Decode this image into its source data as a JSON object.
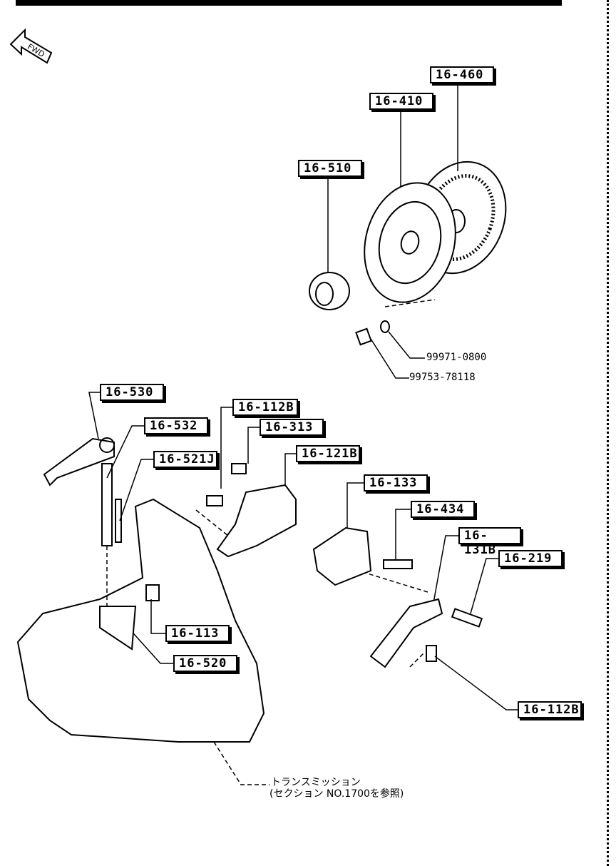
{
  "fwd_label": "FWD",
  "labels": {
    "l16460": "16-460",
    "l16410": "16-410",
    "l16510": "16-510",
    "l16530": "16-530",
    "l16532": "16-532",
    "l16521J": "16-521J",
    "l16112B_a": "16-112B",
    "l16313": "16-313",
    "l16121B": "16-121B",
    "l16133": "16-133",
    "l16434": "16-434",
    "l16131B": "16-131B",
    "l16219": "16-219",
    "l16113": "16-113",
    "l16520": "16-520",
    "l16112B_b": "16-112B"
  },
  "part_numbers": {
    "washer": "99971-0800",
    "bolt": "99753-78118"
  },
  "note": {
    "line1": "トランスミッション",
    "line2": "(セクション NO.1700を参照)"
  }
}
